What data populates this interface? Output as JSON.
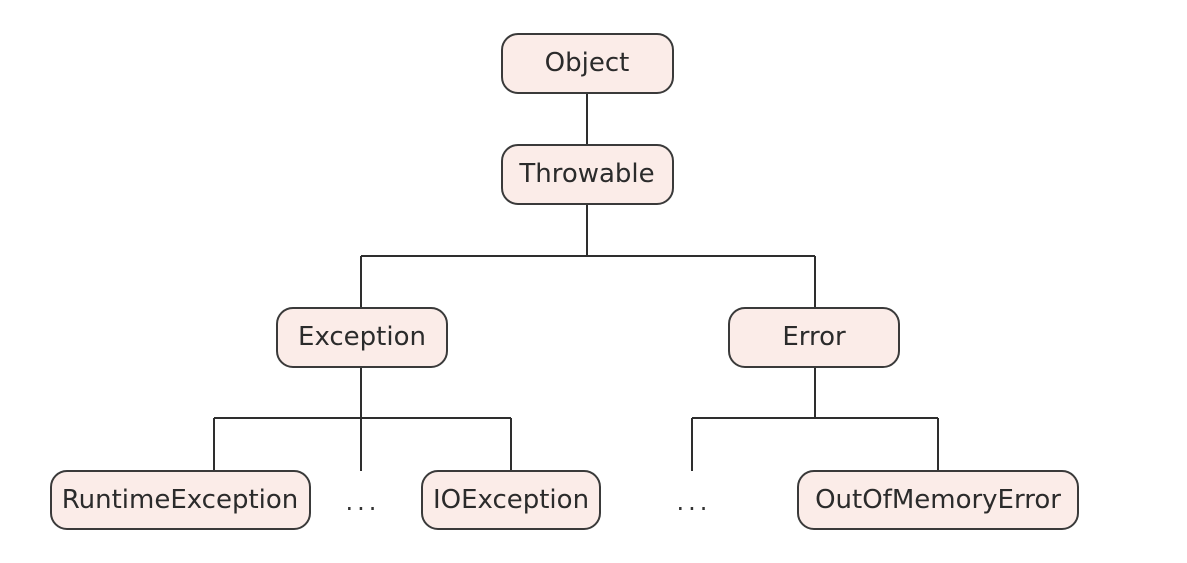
{
  "nodes": {
    "object": "Object",
    "throwable": "Throwable",
    "exception": "Exception",
    "error": "Error",
    "runtime_exception": "RuntimeException",
    "io_exception": "IOException",
    "out_of_memory_error": "OutOfMemoryError"
  },
  "ellipses": {
    "exception_more": "...",
    "error_more": "..."
  },
  "colors": {
    "node_fill": "#fbece8",
    "node_stroke": "#3a3a3a",
    "line": "#2e2e2e"
  }
}
